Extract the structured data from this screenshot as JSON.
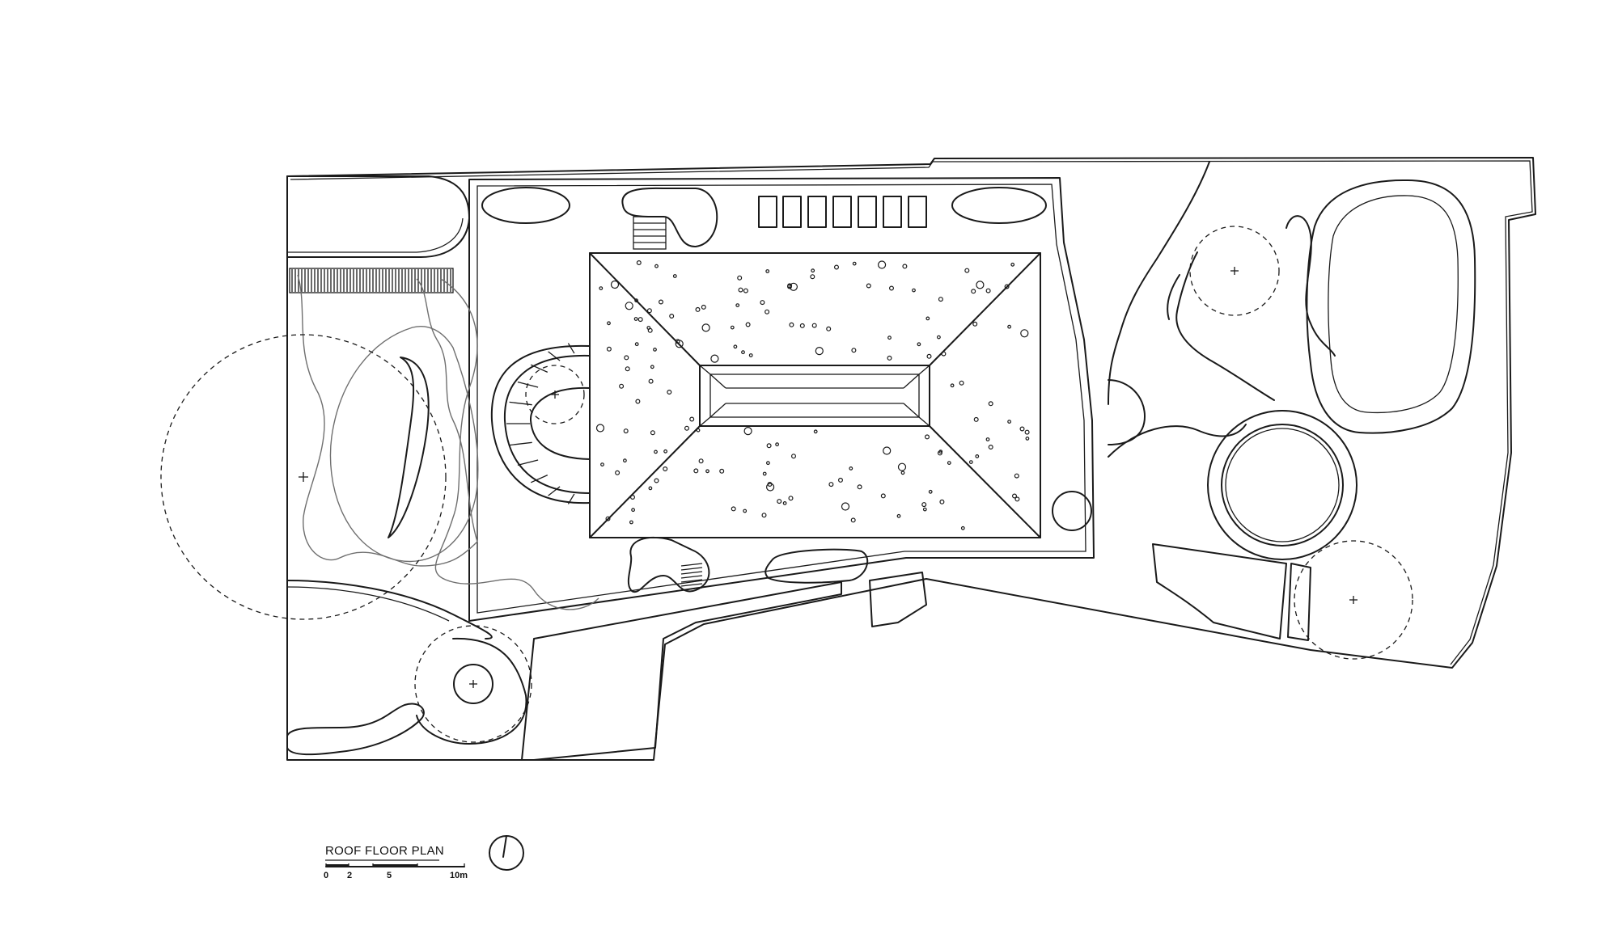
{
  "drawing": {
    "title": "ROOF FLOOR PLAN",
    "scale_ticks": [
      "0",
      "2",
      "5",
      "10m"
    ]
  },
  "icons": {
    "north_arrow": "north-arrow-icon"
  },
  "colors": {
    "line": "#1a1a1a",
    "secondary_line": "#6f6f6f",
    "background": "#ffffff"
  }
}
